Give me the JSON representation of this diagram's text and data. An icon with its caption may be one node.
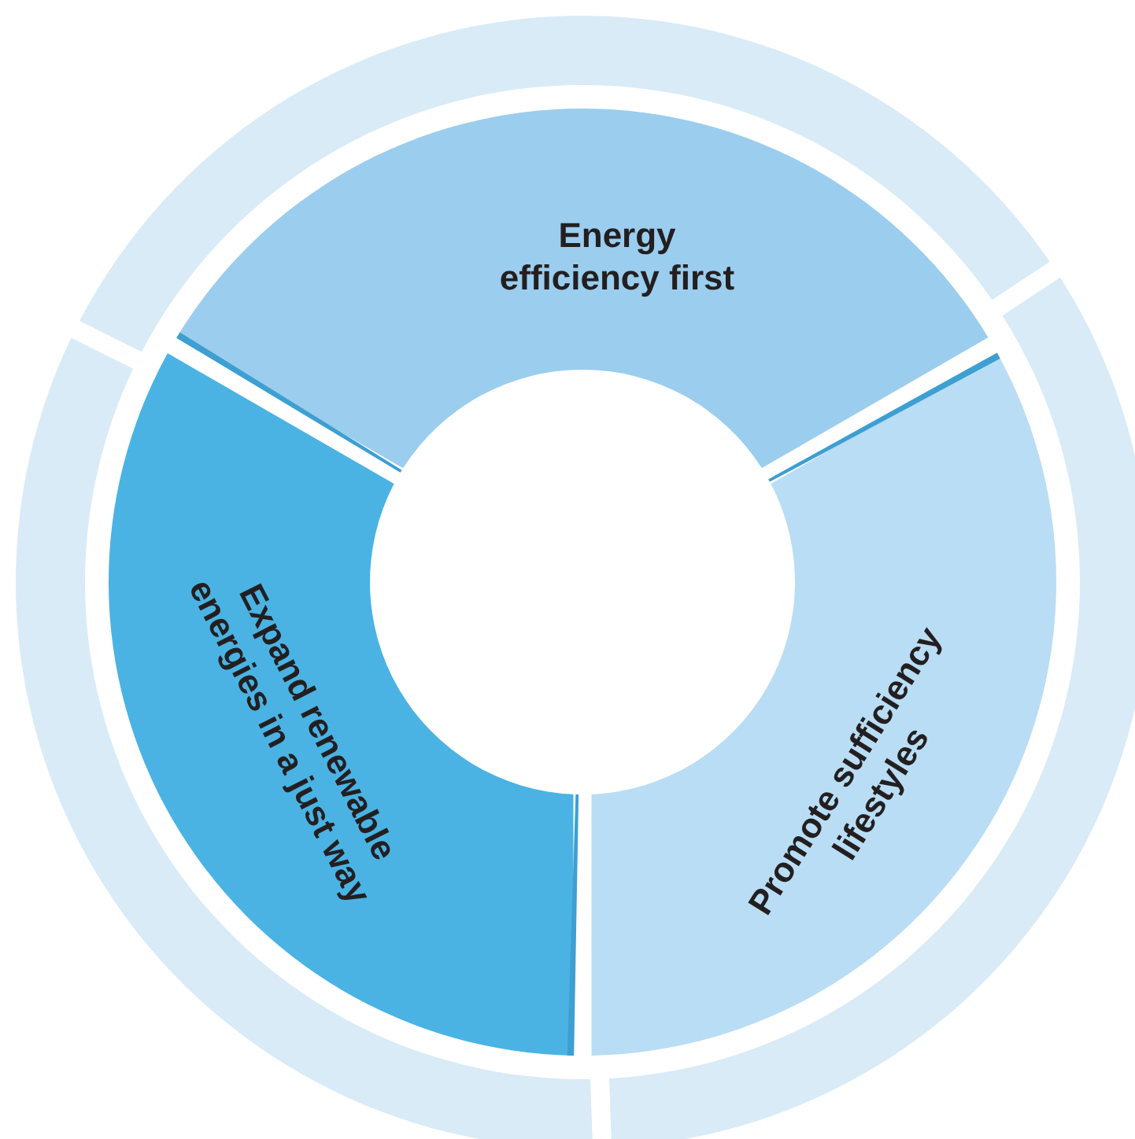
{
  "diagram": {
    "nodes": [
      {
        "text": [
          "Energy efficiency first"
        ]
      },
      {
        "text": [
          "Expand renewable energies in a just way"
        ]
      },
      {
        "text": [
          "Promote sufficiency lifestyles"
        ]
      }
    ]
  }
}
